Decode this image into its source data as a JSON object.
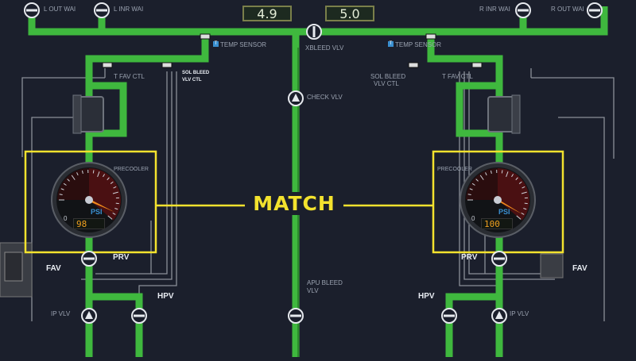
{
  "displays": {
    "left_value": "4.9",
    "right_value": "5.0"
  },
  "valves": {
    "l_out": "L OUT WAI",
    "l_inr": "L INR WAI",
    "r_inr": "R INR WAI",
    "r_out": "R OUT WAI",
    "xbleed": "XBLEED VLV",
    "check": "CHECK VLV",
    "apu_bleed": "APU BLEED\nVLV",
    "apu_bleed_l1": "APU BLEED",
    "apu_bleed_l2": "VLV",
    "t_fav_ctl": "T FAV CTL",
    "sol_bleed_l1": "SOL BLEED",
    "sol_bleed_l2": "VLV CTL",
    "temp_sensor": "TEMP SENSOR",
    "temp_badge": "T",
    "prv": "PRV",
    "hpv": "HPV",
    "ip_vlv": "IP VLV",
    "fav": "FAV"
  },
  "gauges": {
    "label": "PRECOOLER",
    "unit": "PSI",
    "scale_min": "0",
    "left_value": 98,
    "right_value": 100,
    "left_readout": "98",
    "right_readout": "100",
    "max_value": 100
  },
  "annotation": {
    "text": "MATCH",
    "color": "#f3e22e"
  },
  "colors": {
    "duct": "#3fb83e",
    "duct_dark": "#2c8a2c",
    "background": "#1b1f2c",
    "wire": "#8b8f98"
  },
  "icons": [
    "valve-icon",
    "check-valve-icon",
    "precooler-icon",
    "gauge-icon"
  ]
}
